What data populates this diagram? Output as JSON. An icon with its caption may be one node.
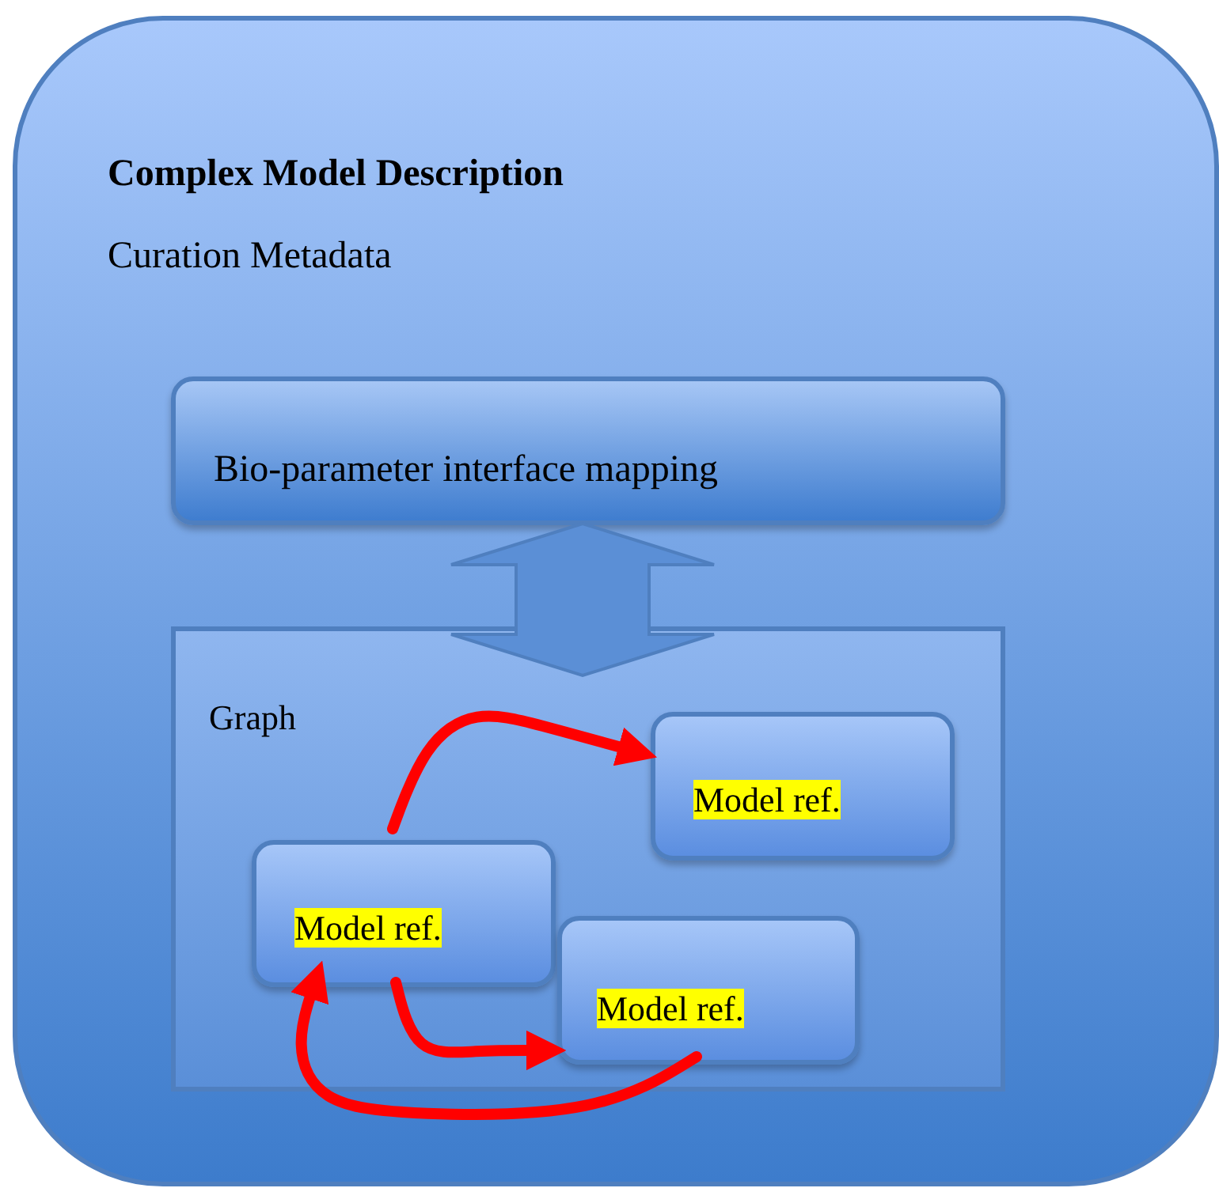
{
  "diagram": {
    "nodes": [
      {
        "text": [
          "Complex Model Description",
          "Curation Metadata"
        ]
      },
      {
        "text": [
          "Bio-parameter interface mapping"
        ],
        "in": 0
      },
      {
        "text": [
          "Graph"
        ],
        "in": 0
      },
      {
        "text": [
          "Model ref."
        ],
        "in": 2
      },
      {
        "text": [
          "Model ref."
        ],
        "in": 2
      },
      {
        "text": [
          "Model ref."
        ],
        "in": 2
      }
    ],
    "edges": [
      {
        "from": 1,
        "to": 2,
        "arrow": "both",
        "style": "thick",
        "color": "#5b8fd6"
      },
      {
        "from": 4,
        "to": 3,
        "arrow": "to"
      },
      {
        "from": 4,
        "to": 5,
        "arrow": "to"
      },
      {
        "from": 5,
        "to": 4,
        "arrow": "to"
      }
    ]
  }
}
